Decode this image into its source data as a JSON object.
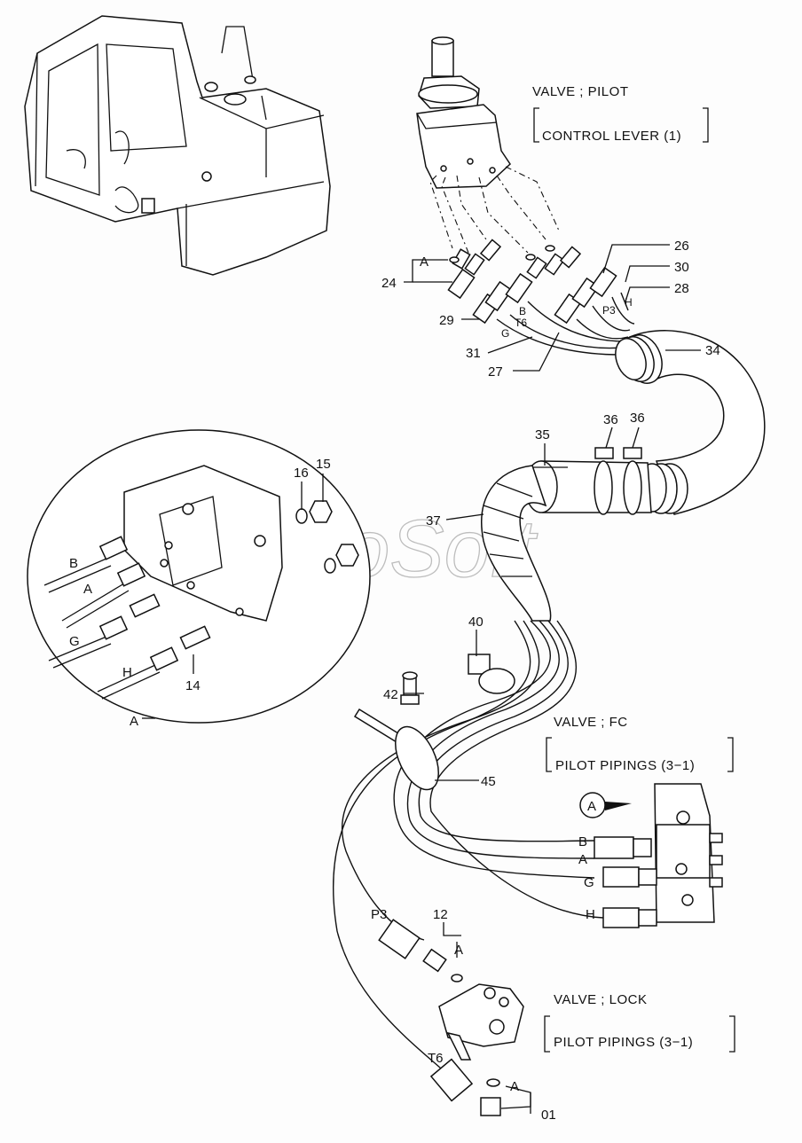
{
  "watermark": "AutoSoft",
  "captions": {
    "pilot_valve": {
      "title": "VALVE ; PILOT",
      "sub": "CONTROL LEVER (1)"
    },
    "fc_valve": {
      "title": "VALVE ; FC",
      "sub": "PILOT PIPINGS (3−1)"
    },
    "lock_valve": {
      "title": "VALVE ; LOCK",
      "sub": "PILOT PIPINGS (3−1)"
    }
  },
  "part_numbers": {
    "p24": "24",
    "p26": "26",
    "p30": "30",
    "p28": "28",
    "p29": "29",
    "p31": "31",
    "p27": "27",
    "p34": "34",
    "p35": "35",
    "p36a": "36",
    "p36b": "36",
    "p37": "37",
    "p40": "40",
    "p42": "42",
    "p45": "45",
    "p16": "16",
    "p15": "15",
    "p14": "14",
    "p12": "12",
    "p01": "01"
  },
  "hose_letters": {
    "top_a": "A",
    "top_b": "B",
    "top_t6": "T6",
    "top_g": "G",
    "top_p3": "P3",
    "top_h": "H",
    "det_b": "B",
    "det_a": "A",
    "det_g": "G",
    "det_h": "H",
    "det_caption": "A",
    "fc_b": "B",
    "fc_a": "A",
    "fc_g": "G",
    "fc_h": "H",
    "low_p3": "P3",
    "low_t6": "T6",
    "low_a1": "A",
    "low_a2": "A",
    "arrow_marker": "A"
  },
  "icon_names": [
    "excavator-cab-icon",
    "pilot-valve-icon",
    "fc-valve-block-icon",
    "lock-valve-icon",
    "fitting-icon",
    "clamp-icon",
    "bolt-icon",
    "cable-tie-icon"
  ]
}
